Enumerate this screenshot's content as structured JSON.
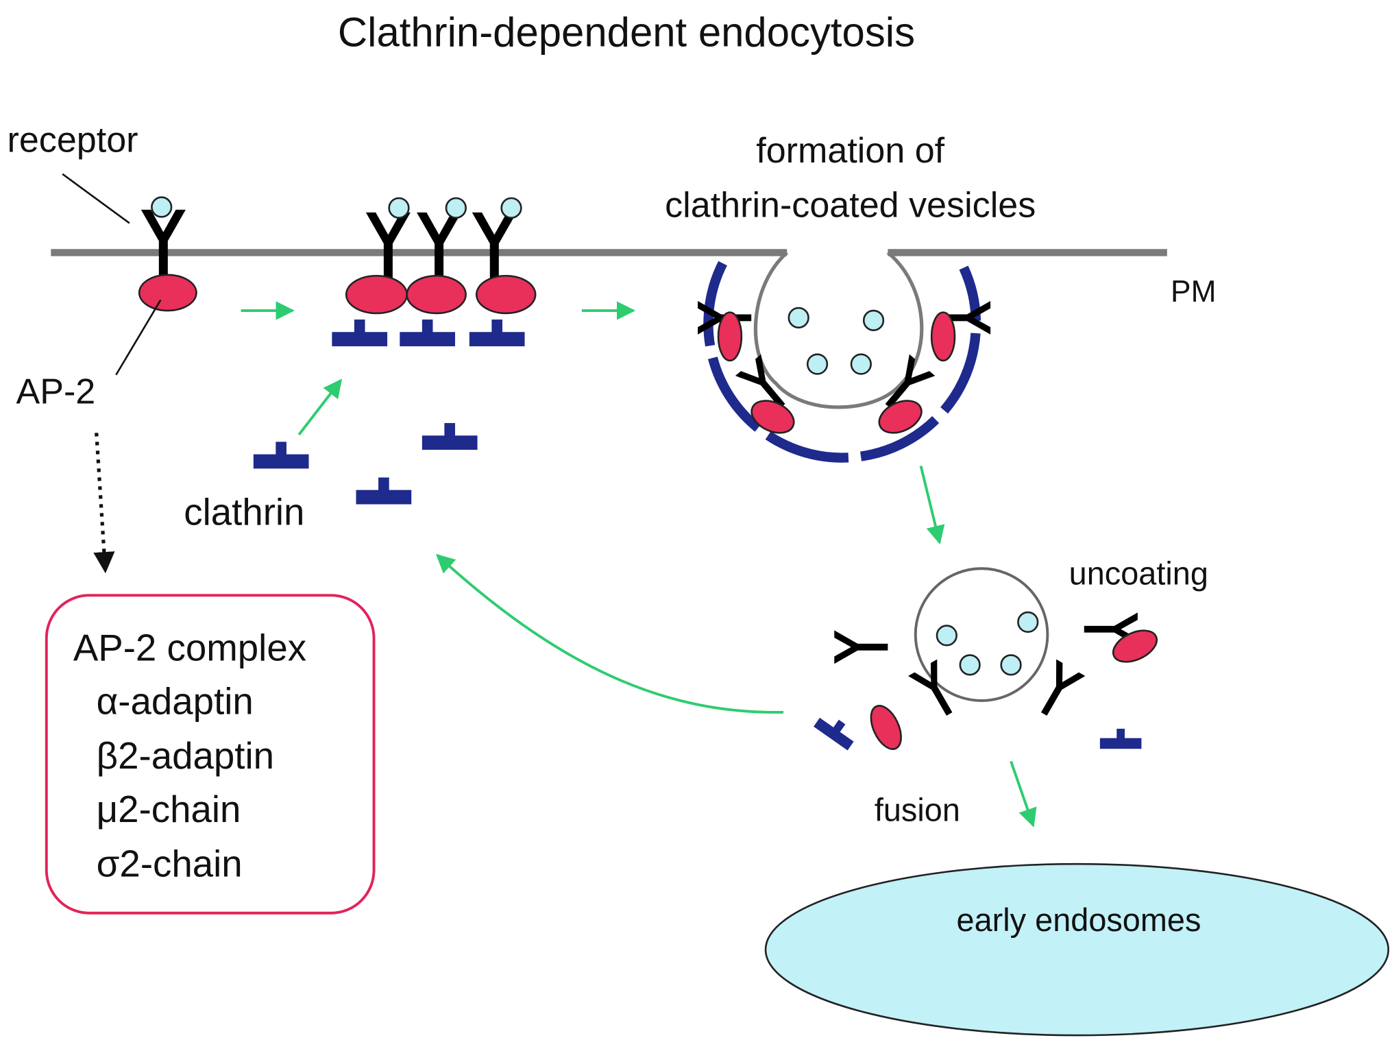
{
  "title": "Clathrin-dependent endocytosis",
  "labels": {
    "receptor": "receptor",
    "ap2": "AP-2",
    "clathrin": "clathrin",
    "formation_line1": "formation of",
    "formation_line2": "clathrin-coated vesicles",
    "pm": "PM",
    "uncoating": "uncoating",
    "fusion": "fusion",
    "early_endosomes": "early endosomes"
  },
  "ap2_box": {
    "heading": "AP-2 complex",
    "items": [
      "α-adaptin",
      "β2-adaptin",
      "μ2-chain",
      "σ2-chain"
    ]
  },
  "colors": {
    "ap2": "#E8305A",
    "clathrin": "#1E2A8C",
    "ligand": "#BDEFF5",
    "membrane": "#7A7A7A",
    "arrow": "#2ECC71",
    "box_border": "#E0245A",
    "endosome": "#C2F1F7"
  }
}
